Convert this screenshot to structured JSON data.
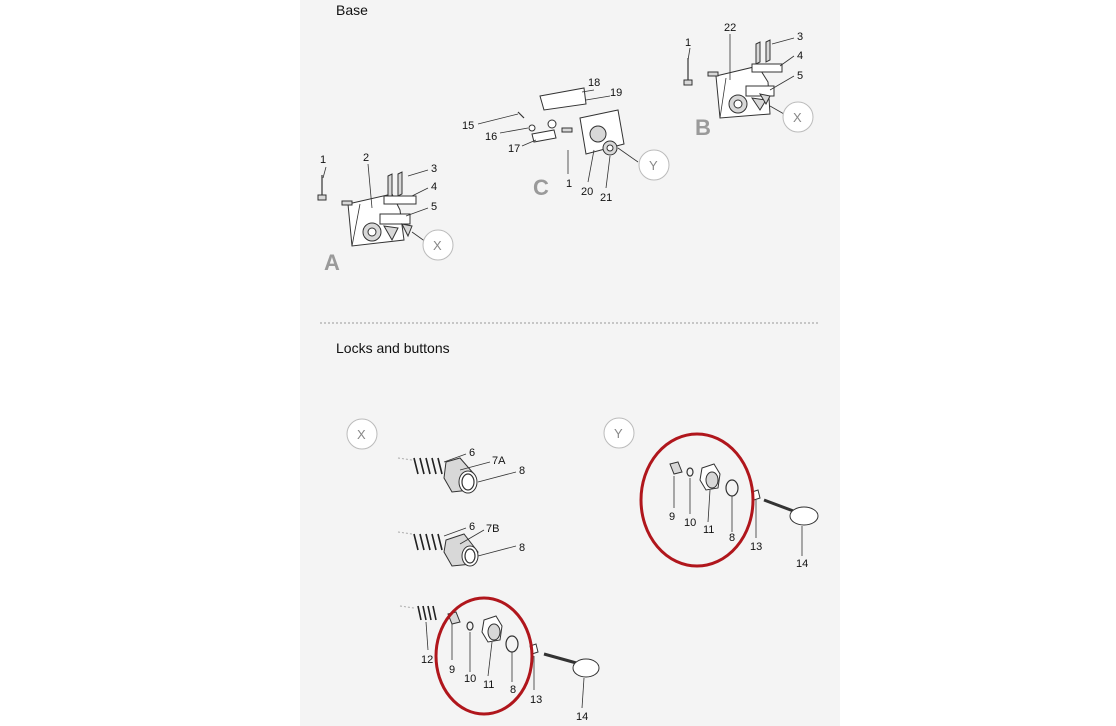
{
  "headings": {
    "base": "Base",
    "locks": "Locks and buttons"
  },
  "assemblies": {
    "A": "A",
    "B": "B",
    "C": "C"
  },
  "refs": {
    "X": "X",
    "Y": "Y"
  },
  "callouts": {
    "a_1": "1",
    "a_2": "2",
    "a_3": "3",
    "a_4": "4",
    "a_5": "5",
    "b_1": "1",
    "b_22": "22",
    "b_3": "3",
    "b_4": "4",
    "b_5": "5",
    "c_18": "18",
    "c_19": "19",
    "c_15": "15",
    "c_16": "16",
    "c_17": "17",
    "c_1": "1",
    "c_20": "20",
    "c_21": "21",
    "x1_6": "6",
    "x1_7a": "7A",
    "x1_8": "8",
    "x2_6": "6",
    "x2_7b": "7B",
    "x2_8": "8",
    "x3_12": "12",
    "x3_9": "9",
    "x3_10": "10",
    "x3_11": "11",
    "x3_8": "8",
    "x3_13": "13",
    "x3_14": "14",
    "y_9": "9",
    "y_10": "10",
    "y_11": "11",
    "y_8": "8",
    "y_13": "13",
    "y_14": "14"
  },
  "colors": {
    "highlight": "#b0161c",
    "page_bg": "#f4f4f4",
    "muted_label": "#9a9a9a"
  }
}
